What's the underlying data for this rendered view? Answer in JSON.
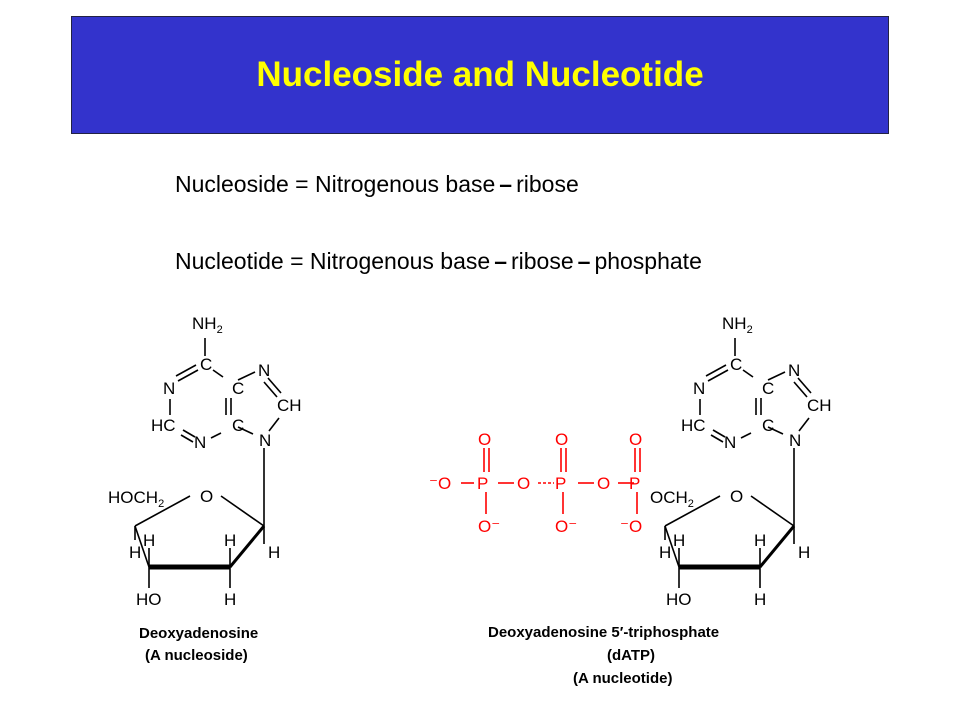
{
  "title": "Nucleoside and Nucleotide",
  "equations": {
    "nucleoside": {
      "lhs": "Nucleoside =",
      "base": "Nitrogenous base",
      "bond": "–",
      "sugar": "ribose"
    },
    "nucleotide": {
      "lhs": "Nucleotide =",
      "base": "Nitrogenous base",
      "bond": "–",
      "sugar": "ribose",
      "phosphate": "phosphate"
    }
  },
  "left_molecule": {
    "caption_line1": "Deoxyadenosine",
    "caption_line2": "(A nucleoside)",
    "atoms": {
      "nh2": "NH",
      "nh2_sub": "2",
      "c": "C",
      "n": "N",
      "ch": "CH",
      "hc": "HC",
      "o": "O",
      "h": "H",
      "ho": "HO",
      "hoch2": "HOCH",
      "sub2": "2"
    }
  },
  "right_molecule": {
    "caption_line1": "Deoxyadenosine 5′-triphosphate",
    "caption_line2": "(dATP)",
    "caption_line3": "(A nucleotide)",
    "phosphate": {
      "o": "O",
      "p": "P",
      "o_minus": "O⁻",
      "minus_o": "⁻O",
      "minus_o_left": "⁻O",
      "och2": "OCH",
      "sub2": "2"
    }
  },
  "colors": {
    "banner": "#3333cc",
    "title": "#ffff00",
    "phosphate": "#ff0000"
  }
}
